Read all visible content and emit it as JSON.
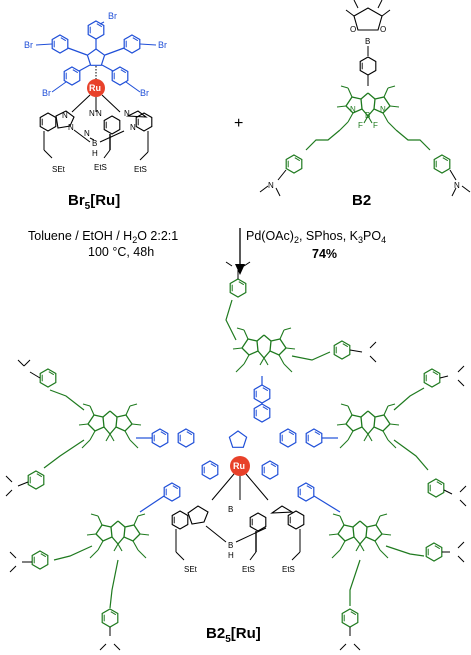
{
  "reactant_1": {
    "label_main": "Br",
    "label_sub": "5",
    "label_tail": "[Ru]",
    "metal": "Ru",
    "halogen": "Br",
    "heteroatoms": [
      "N",
      "B",
      "H",
      "SEt",
      "EtS"
    ]
  },
  "plus_sign": "+",
  "reactant_2": {
    "label": "B2",
    "atoms": [
      "O",
      "B",
      "N",
      "F"
    ]
  },
  "conditions": {
    "left_line1": "Toluene / EtOH / H",
    "left_line1_sub": "2",
    "left_line1_tail": "O 2:2:1",
    "left_line2": "100 °C, 48h",
    "right_line1_a": "Pd(OAc)",
    "right_line1_sub1": "2",
    "right_line1_b": ", SPhos, K",
    "right_line1_sub2": "3",
    "right_line1_c": "PO",
    "right_line1_sub3": "4",
    "yield": "74%"
  },
  "product": {
    "label_main": "B2",
    "label_sub": "5",
    "label_tail": "[Ru]",
    "metal": "Ru"
  },
  "colors": {
    "blue": "#1f4fd8",
    "green": "#1f7a1f",
    "ru_red": "#e8412a",
    "black": "#000000"
  }
}
